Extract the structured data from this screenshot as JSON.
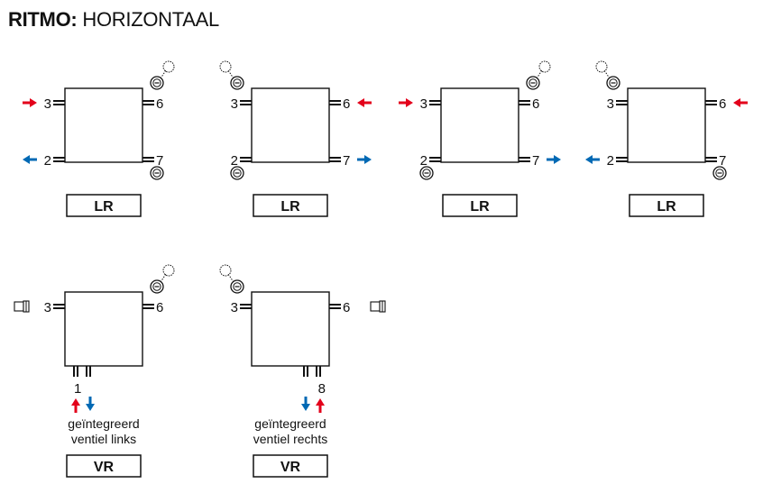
{
  "page": {
    "title_bold": "RITMO:",
    "title_rest": "HORIZONTAAL"
  },
  "colors": {
    "supply": "#e3001b",
    "return": "#0069b4",
    "ink": "#111111"
  },
  "icons": {
    "vent": "vent-cap-icon",
    "drain": "drain-plug-icon",
    "arrow_in": "arrow-right-icon",
    "arrow_out": "arrow-left-icon",
    "valve": "valve-fitting-icon"
  },
  "row1": [
    {
      "label": "LR",
      "ports": {
        "top_left": "3",
        "bottom_left": "2",
        "top_right": "6",
        "bottom_right": "7"
      },
      "supply": "top_left",
      "return": "bottom_left",
      "vent": "top_right",
      "drain": "bottom_right"
    },
    {
      "label": "LR",
      "ports": {
        "top_left": "3",
        "bottom_left": "2",
        "top_right": "6",
        "bottom_right": "7"
      },
      "supply": "top_right",
      "return": "bottom_right",
      "vent": "top_left",
      "drain": "bottom_left"
    },
    {
      "label": "LR",
      "ports": {
        "top_left": "3",
        "bottom_left": "2",
        "top_right": "6",
        "bottom_right": "7"
      },
      "supply": "top_left",
      "return": "bottom_right",
      "vent": "top_right",
      "drain": "bottom_left"
    },
    {
      "label": "LR",
      "ports": {
        "top_left": "3",
        "bottom_left": "2",
        "top_right": "6",
        "bottom_right": "7"
      },
      "supply": "top_right",
      "return": "bottom_left",
      "vent": "top_left",
      "drain": "bottom_right"
    }
  ],
  "row2": [
    {
      "label": "VR",
      "ports": {
        "top_left": "3",
        "top_right": "6",
        "bottom_valve": "1"
      },
      "valve_side": "left",
      "caption_line1": "geïntegreerd",
      "caption_line2": "ventiel links",
      "vent": "top_right"
    },
    {
      "label": "VR",
      "ports": {
        "top_left": "3",
        "top_right": "6",
        "bottom_valve": "8"
      },
      "valve_side": "right",
      "caption_line1": "geïntegreerd",
      "caption_line2": "ventiel rechts",
      "vent": "top_left"
    }
  ]
}
